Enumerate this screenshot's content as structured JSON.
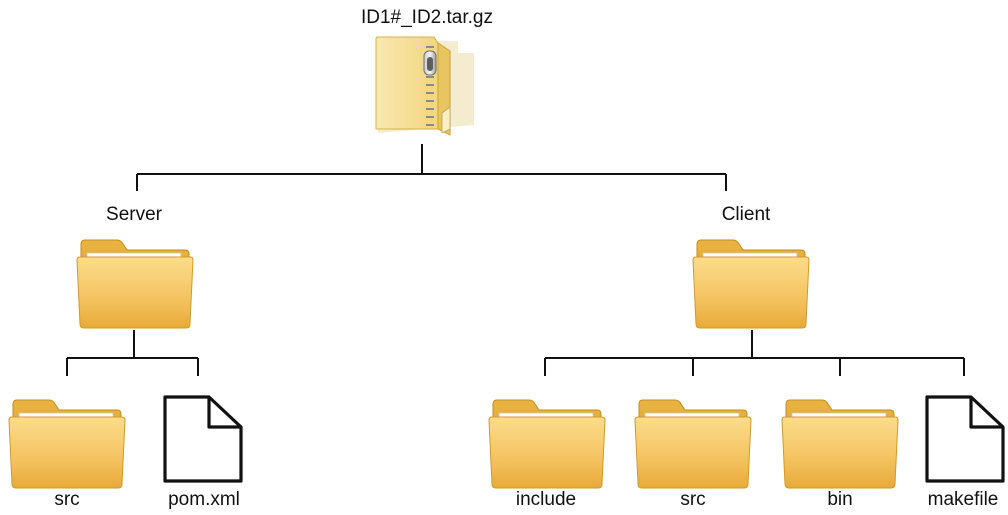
{
  "archive": {
    "name": "ID1#_ID2.tar.gz",
    "icon": "zip-archive-icon"
  },
  "server": {
    "name": "Server",
    "icon": "folder-icon",
    "children": [
      {
        "name": "src",
        "icon": "folder-icon"
      },
      {
        "name": "pom.xml",
        "icon": "file-icon"
      }
    ]
  },
  "client": {
    "name": "Client",
    "icon": "folder-icon",
    "children": [
      {
        "name": "include",
        "icon": "folder-icon"
      },
      {
        "name": "src",
        "icon": "folder-icon"
      },
      {
        "name": "bin",
        "icon": "folder-icon"
      },
      {
        "name": "makefile",
        "icon": "file-icon"
      }
    ]
  },
  "colors": {
    "line": "#111111",
    "folder_light": "#f7d27a",
    "folder_dark": "#e0a52a",
    "archive_light": "#f8e6a6",
    "file_stroke": "#111111"
  }
}
